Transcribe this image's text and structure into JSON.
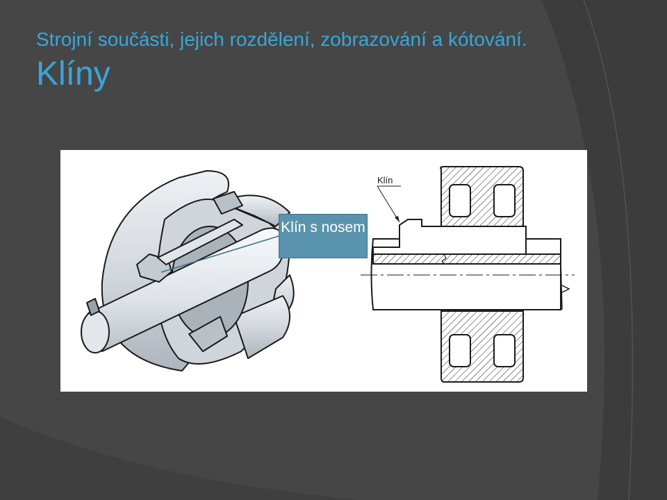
{
  "slide": {
    "title_line1": "Strojní součásti, jejich rozdělení, zobrazování a kótování.",
    "title_line2": "Klíny"
  },
  "figure": {
    "callout_label": "Klín s nosem",
    "section_label": "Klín"
  },
  "colors": {
    "background": "#464646",
    "background_dark": "#3a3a3a",
    "title": "#3aa6d9",
    "callout_fill": "#5a93ad",
    "part_fill": "#d8dde2",
    "line": "#1a1a1a"
  }
}
